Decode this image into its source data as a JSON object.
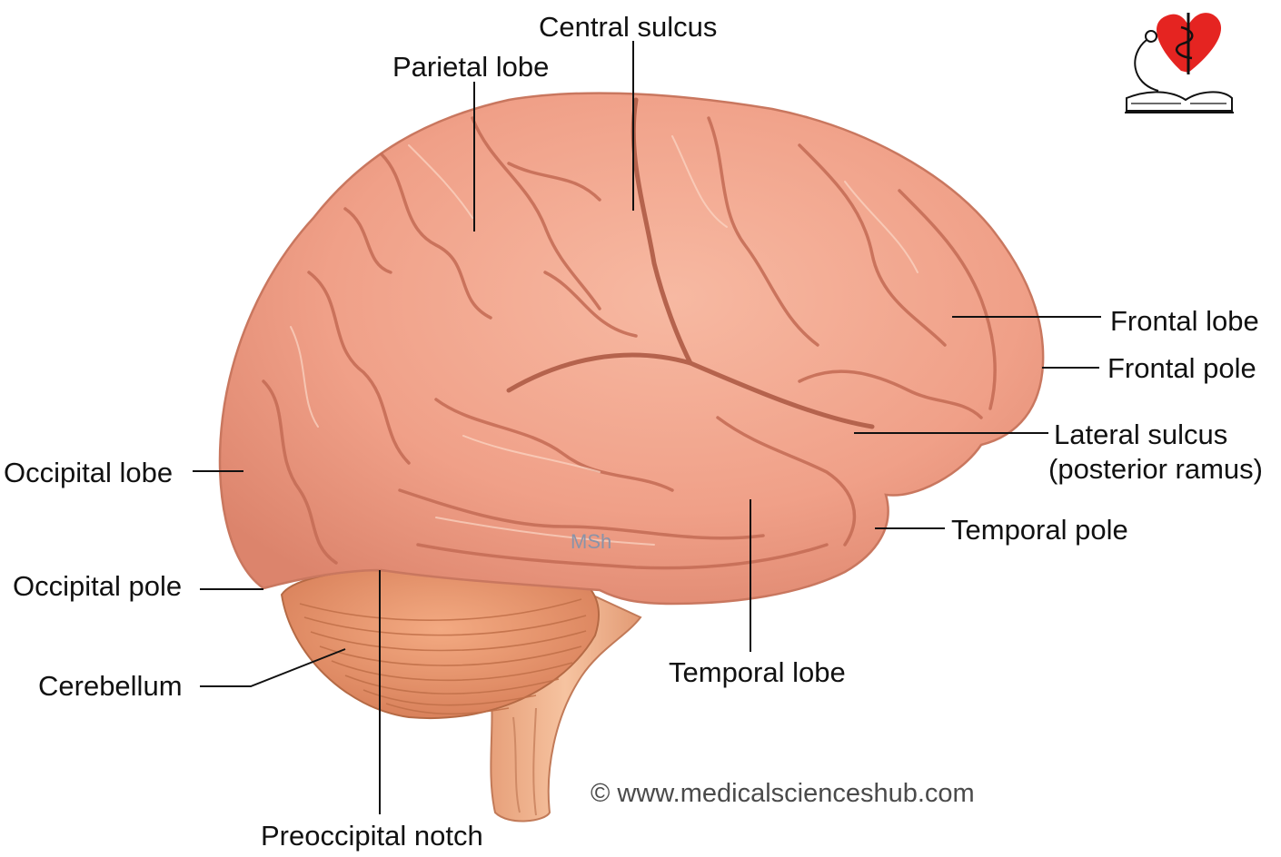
{
  "labels": {
    "central_sulcus": "Central sulcus",
    "parietal_lobe": "Parietal lobe",
    "frontal_lobe": "Frontal lobe",
    "frontal_pole": "Frontal pole",
    "lateral_sulcus_1": "Lateral sulcus",
    "lateral_sulcus_2": "(posterior ramus)",
    "temporal_pole": "Temporal pole",
    "temporal_lobe": "Temporal lobe",
    "occipital_lobe": "Occipital lobe",
    "occipital_pole": "Occipital pole",
    "cerebellum": "Cerebellum",
    "preoccipital_notch": "Preoccipital notch"
  },
  "watermark": "MSh",
  "copyright": "© www.medicalscienceshub.com",
  "colors": {
    "brain_base": "#f2a58c",
    "brain_dark": "#d98068",
    "brain_light": "#f9c9b4",
    "cerebellum": "#e9966f",
    "stem": "#f0b48f",
    "logo_heart": "#e52421",
    "leader_line": "#111111"
  }
}
